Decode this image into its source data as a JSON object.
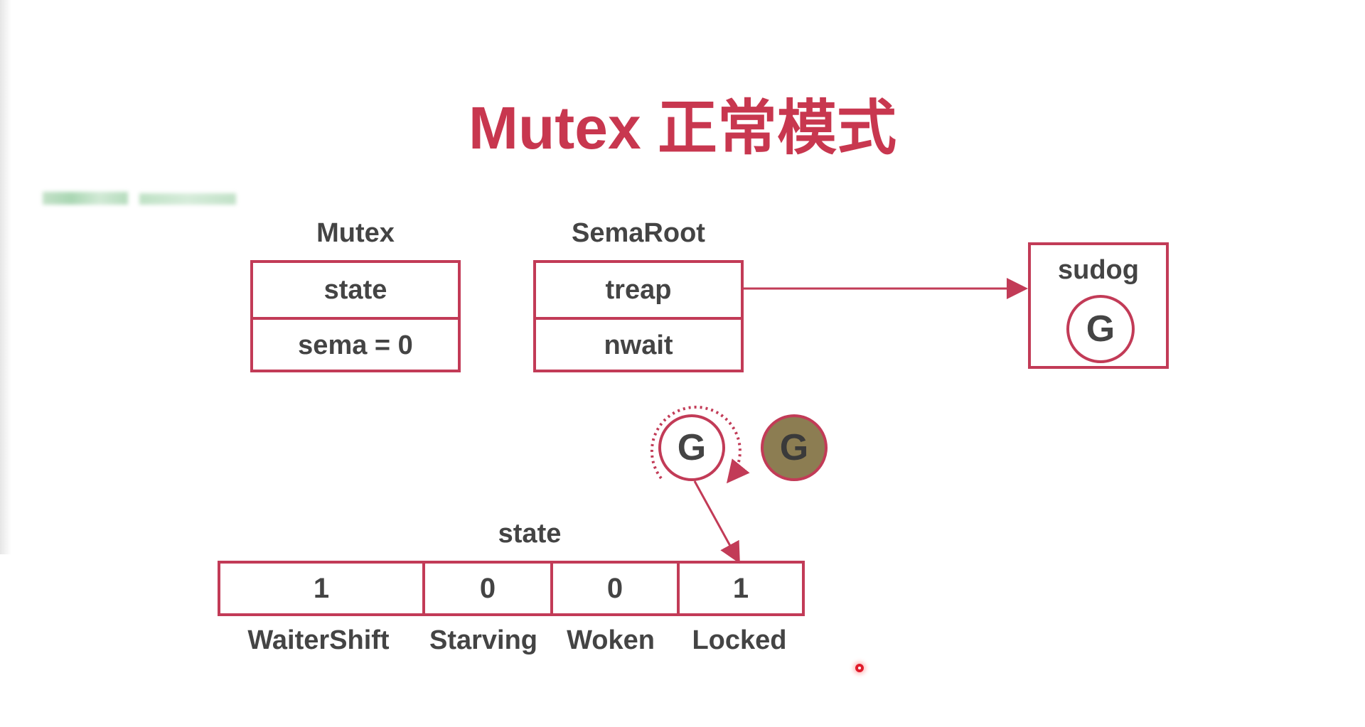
{
  "title": "Mutex 正常模式",
  "mutex": {
    "label": "Mutex",
    "fields": [
      "state",
      "sema = 0"
    ]
  },
  "semaroot": {
    "label": "SemaRoot",
    "fields": [
      "treap",
      "nwait"
    ]
  },
  "sudog": {
    "label": "sudog",
    "goroutine": "G"
  },
  "goroutines": {
    "spinning": "G",
    "running": "G"
  },
  "state_bits": {
    "title": "state",
    "bits": [
      {
        "name": "WaiterShift",
        "value": "1"
      },
      {
        "name": "Starving",
        "value": "0"
      },
      {
        "name": "Woken",
        "value": "0"
      },
      {
        "name": "Locked",
        "value": "1"
      }
    ]
  },
  "colors": {
    "accent": "#c23b57",
    "title": "#c8374f",
    "text": "#444444",
    "running_goroutine_fill": "#8c7d52"
  }
}
